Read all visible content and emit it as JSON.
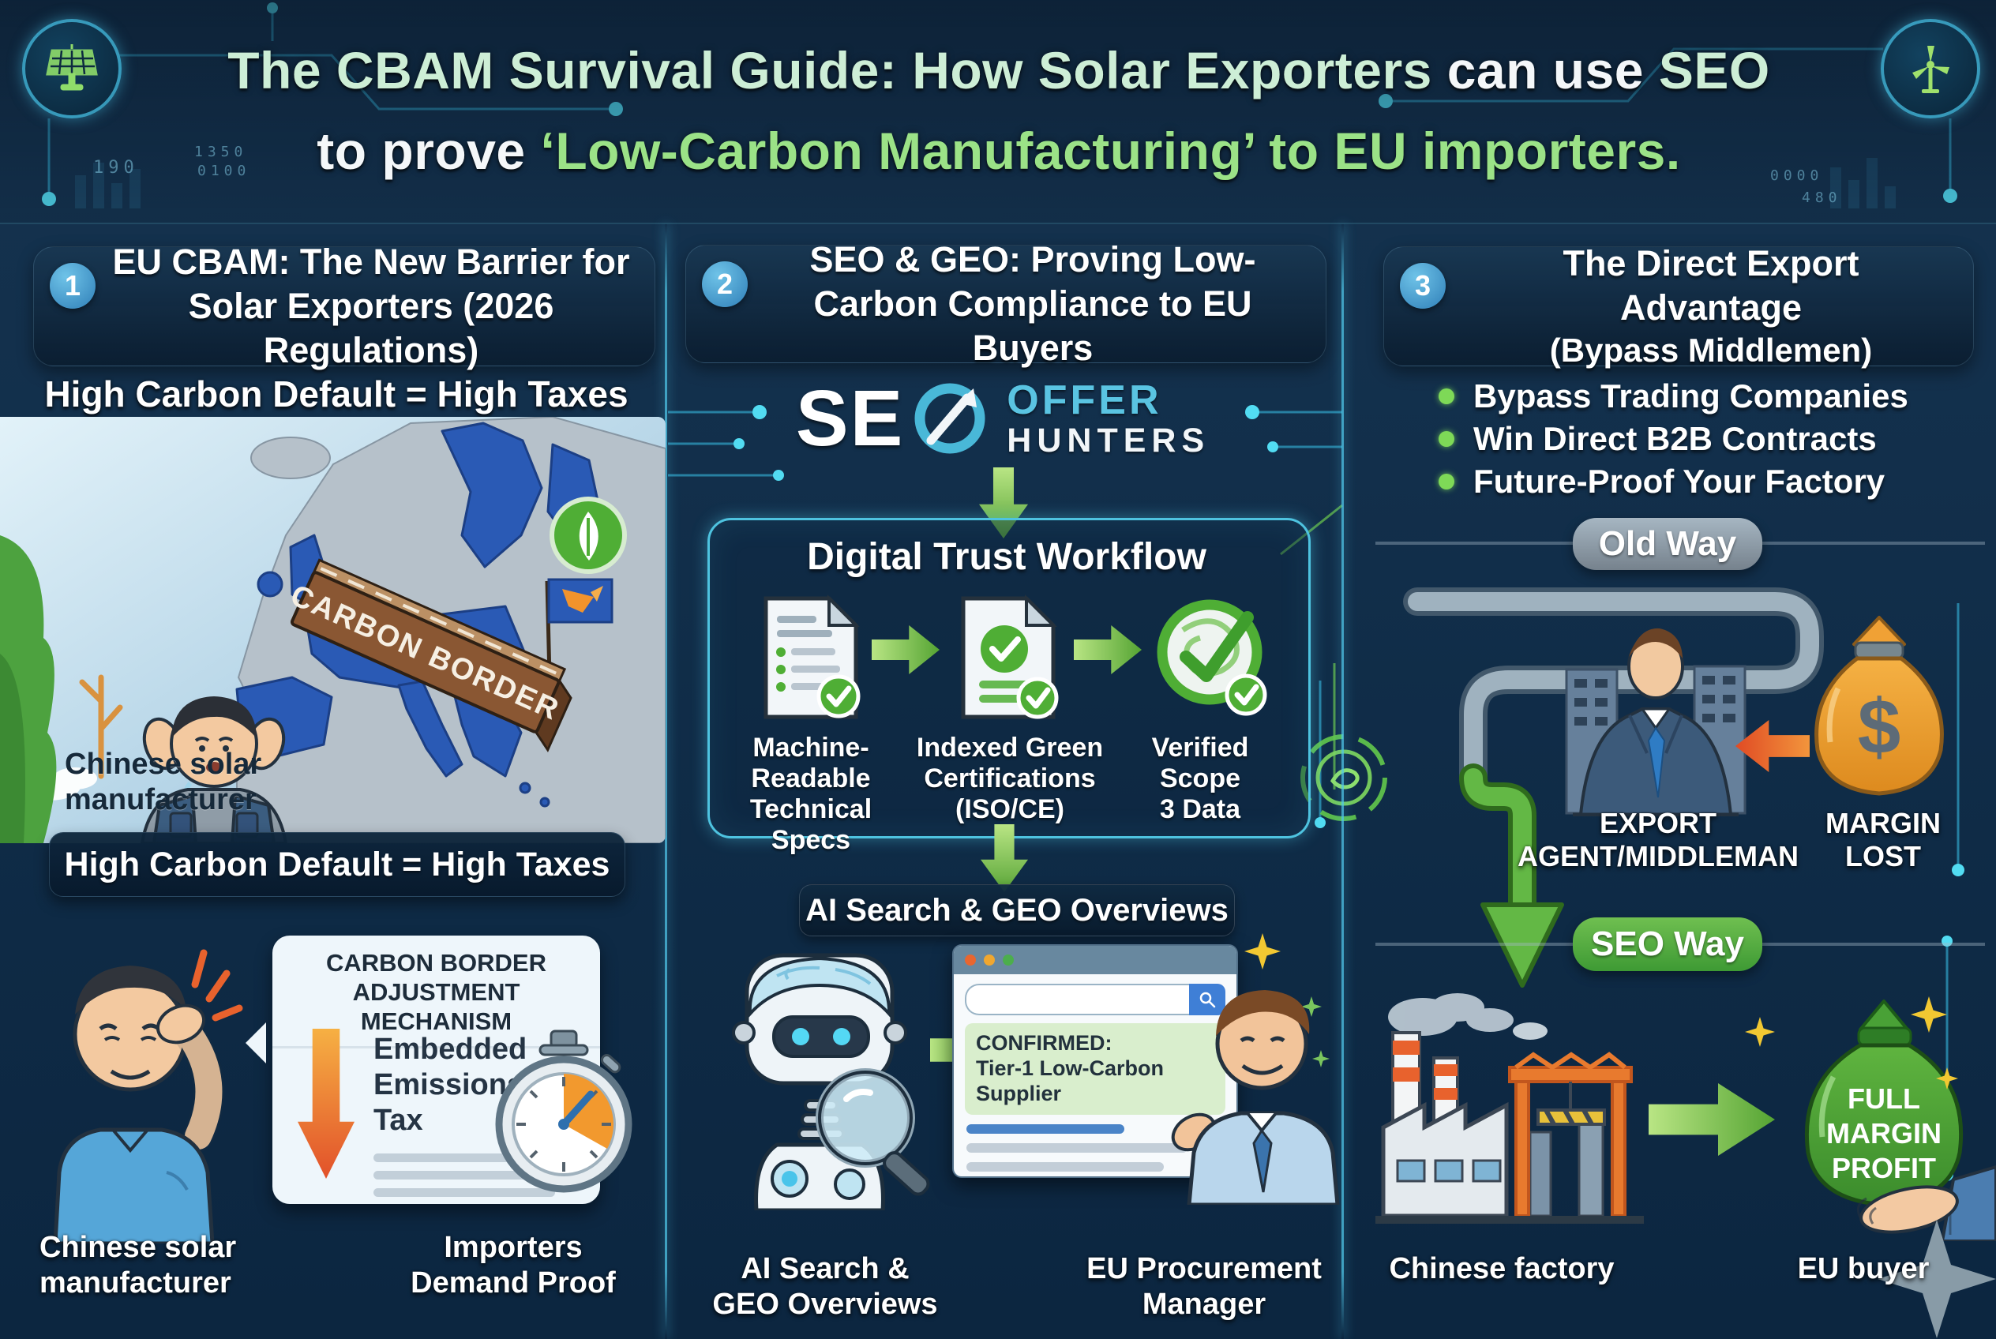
{
  "title": {
    "line1_green1": "The CBAM Survival Guide: How Solar Exporters",
    "line1_white": "can use",
    "line1_green2": "SEO",
    "line2_white": "to prove",
    "line2_green": "‘Low-Carbon Manufacturing’ to EU importers."
  },
  "decor": {
    "code_tl1": "0100",
    "code_tl2": "1350",
    "code_tl3": "190",
    "code_tr1": "0000",
    "code_tr2": "480"
  },
  "colors": {
    "accent_cyan": "#4ec3e0",
    "accent_green": "#6abf45",
    "mint": "#cdeed6",
    "bright_green": "#9be287",
    "navy_bg": "#112e4a"
  },
  "sections": [
    {
      "badge": "1",
      "title": "EU CBAM: The New Barrier for Solar Exporters (2026 Regulations)",
      "subtitle": "High Carbon Default = High Taxes",
      "map_sign": "CARBON BORDER",
      "caption_map": "Chinese solar\nmanufacturer",
      "banner": "High Carbon Default = High Taxes",
      "bubble_title": "CARBON BORDER\nADJUSTMENT MECHANISM",
      "bubble_body": "Embedded\nEmissions\nTax",
      "caption_left": "Chinese solar\nmanufacturer",
      "caption_right": "Importers\nDemand Proof"
    },
    {
      "badge": "2",
      "title": "SEO & GEO: Proving Low-Carbon Compliance to EU Buyers",
      "logo": {
        "se": "SE",
        "offer": "OFFER",
        "hunters": "HUNTERS"
      },
      "workflow_title": "Digital Trust Workflow",
      "steps": [
        "Machine-\nReadable\nTechnical Specs",
        "Indexed Green\nCertifications\n(ISO/CE)",
        "Verified\nScope\n3 Data"
      ],
      "ai_banner": "AI Search & GEO Overviews",
      "confirmed_heading": "CONFIRMED:",
      "confirmed_body": "Tier-1 Low-Carbon\nSupplier",
      "caption_left": "AI Search &\nGEO Overviews",
      "caption_right": "EU Procurement\nManager"
    },
    {
      "badge": "3",
      "title": "The Direct Export Advantage",
      "subtitle": "(Bypass Middlemen)",
      "bullet1": "Bypass Trading Companies",
      "bullet2": "Win Direct B2B Contracts",
      "bullet3_bold": "Future-Proof",
      "bullet3_rest": " Your Factory",
      "old_way": "Old Way",
      "old_caption_left": "EXPORT\nAGENT/MIDDLEMAN",
      "old_caption_right": "MARGIN\nLOST",
      "currency_symbol": "$",
      "seo_way": "SEO Way",
      "bag_line1": "FULL",
      "bag_line2": "MARGIN",
      "bag_line3": "PROFIT",
      "new_caption_left": "Chinese factory",
      "new_caption_right": "EU buyer"
    }
  ]
}
